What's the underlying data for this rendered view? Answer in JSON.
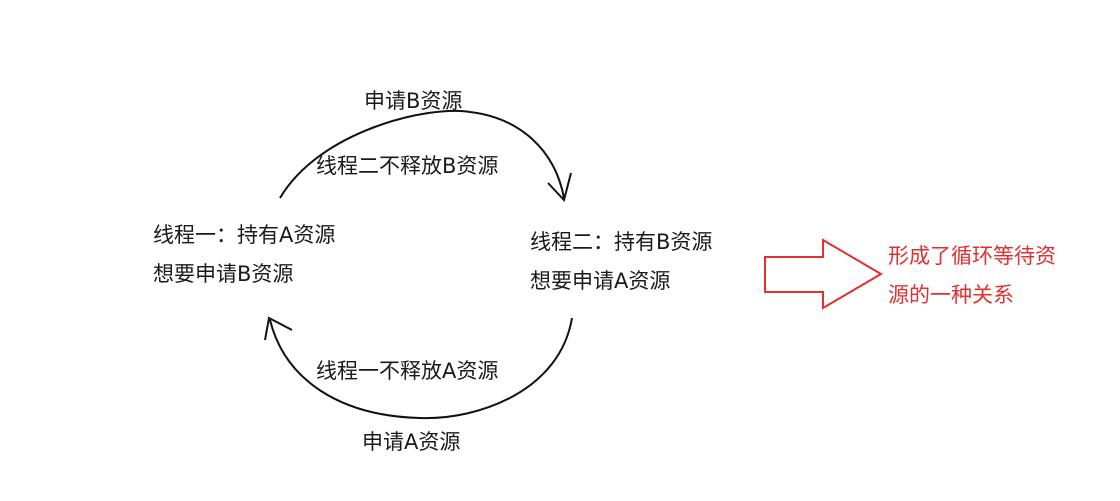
{
  "top_arc": {
    "outer_label": "申请B资源",
    "inner_label": "线程二不释放B资源"
  },
  "bottom_arc": {
    "outer_label": "申请A资源",
    "inner_label": "线程一不释放A资源"
  },
  "thread_one": {
    "line1": "线程一：持有A资源",
    "line2": "想要申请B资源"
  },
  "thread_two": {
    "line1": "线程二：持有B资源",
    "line2": "想要申请A资源"
  },
  "result": {
    "line1": "形成了循环等待资",
    "line2": "源的一种关系"
  },
  "colors": {
    "text": "#1a1a1a",
    "arc": "#111111",
    "result_arrow": "#e0302f",
    "result_text": "#e0302f"
  }
}
